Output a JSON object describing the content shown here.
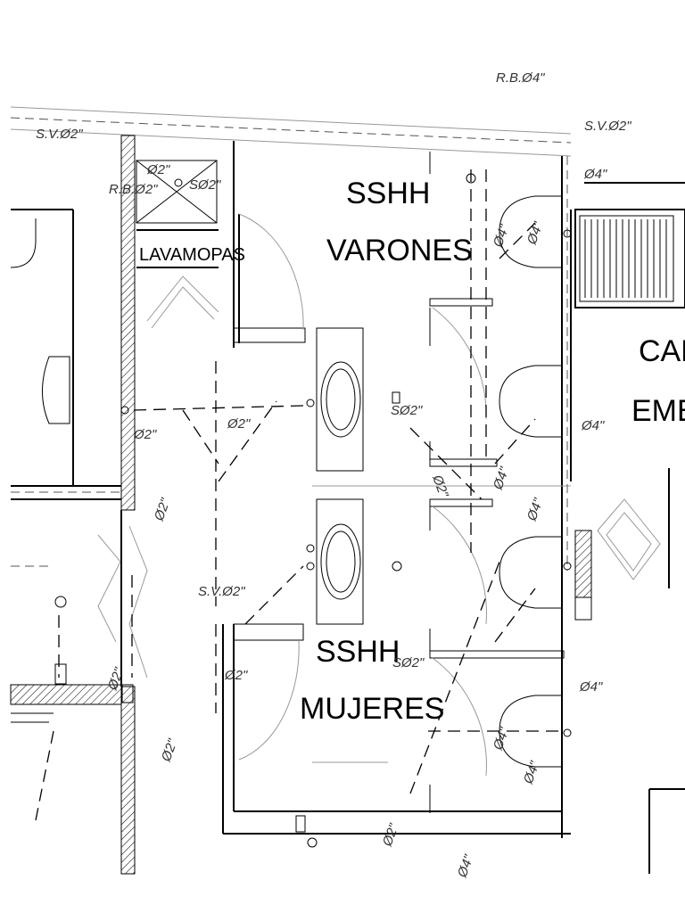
{
  "rooms": {
    "varones_title": "SSHH",
    "varones_sub": "VARONES",
    "mujeres_title": "SSHH",
    "mujeres_sub": "MUJERES",
    "lavamopas": "LAVAMOPAS",
    "caf_line1": "CAF",
    "caf_line2": "EMB"
  },
  "pipe_labels": {
    "rb_top": "R.B.Ø4\"",
    "sv_left": "S.V.Ø2\"",
    "sv_right": "S.V.Ø2\"",
    "d4_top_right": "Ø4\"",
    "d2_shaft": "Ø2\"",
    "so_shaft": "SØ2\"",
    "rb_left": "R.B.Ø2\"",
    "d2_center": "Ø2\"",
    "d2_left_wall": "Ø2\"",
    "so_varones": "SØ2\"",
    "d4_right_mid": "Ø4\"",
    "d2_diag_left": "Ø2\"",
    "d2_center_diag": "Ø2\"",
    "d4_wc1": "Ø4\"",
    "d4_wc1b": "Ø4\"",
    "d4_wc2": "Ø4\"",
    "d4_bottom": "Ø4\"",
    "sv_center": "S.V.Ø2\"",
    "d2_mid_lower": "Ø2\"",
    "so_mujeres": "SØ2\"",
    "d4_right_lower": "Ø4\"",
    "d4_wc3": "Ø4\"",
    "d4_wc4": "Ø4\"",
    "d2_diag_low": "Ø2\"",
    "d2_bottom": "Ø2\"",
    "d2_b1": "Ø2\"",
    "d4_bottom_edge": "Ø4\""
  }
}
